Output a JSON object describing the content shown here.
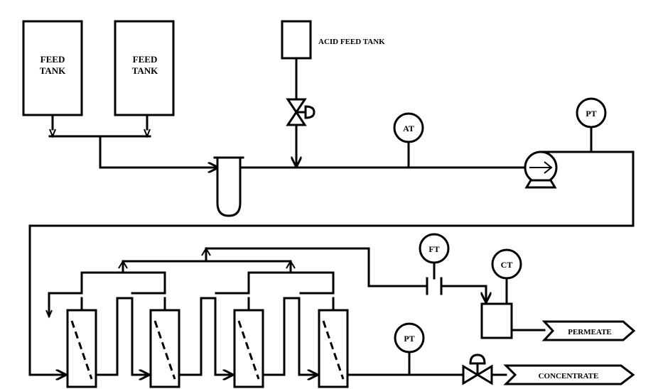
{
  "tanks": {
    "feed_tank_1": {
      "line1": "FEED",
      "line2": "TANK"
    },
    "feed_tank_2": {
      "line1": "FEED",
      "line2": "TANK"
    },
    "acid_feed_tank": "ACID FEED TANK"
  },
  "instruments": {
    "analyzer": "AT",
    "pressure_upstream": "PT",
    "flow": "FT",
    "conductivity": "CT",
    "pressure_concentrate": "PT"
  },
  "outlets": {
    "permeate": "PERMEATE",
    "concentrate": "CONCENTRATE"
  }
}
